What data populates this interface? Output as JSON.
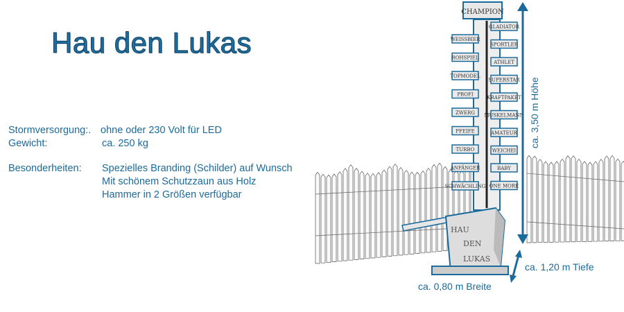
{
  "title": "Hau den Lukas",
  "specs": [
    {
      "label": "Stormversorgung:.",
      "value": "ohne oder 230 Volt für LED"
    },
    {
      "label": "Gewicht:",
      "value": "ca. 250 kg"
    },
    {
      "label": "Besonderheiten:",
      "value": "Spezielles Branding (Schilder) auf Wunsch"
    },
    {
      "label": "",
      "value": "Mit schönem Schutzzaun aus Holz"
    },
    {
      "label": "",
      "value": "Hammer in 2 Größen verfügbar"
    }
  ],
  "dimensions": {
    "height": "ca. 3,50 m Höhe",
    "depth": "ca. 1,20 m Tiefe",
    "width": "ca. 0,80 m Breite"
  },
  "illustration": {
    "top_sign": "CHAMPION",
    "left_signs": [
      "WEISSBIER",
      "ROHSPIEL",
      "TOPMODEL",
      "PROFI",
      "ZWERG",
      "PFEIFE",
      "TURBO",
      "ANFÄNGER",
      "SCHWÄCHLING"
    ],
    "right_signs": [
      "GLADIATOR",
      "SPORTLER",
      "ATHLET",
      "SUPERSTAR",
      "KRAFTPAKET",
      "MUSKELMANN",
      "AMATEUR",
      "WEICHEI",
      "BABY",
      "ONE MORE"
    ],
    "box_text": [
      "HAU",
      "DEN",
      "LUKAS"
    ]
  },
  "colors": {
    "accent": "#1b6a9c",
    "title_outline": "#0e3d5c"
  }
}
